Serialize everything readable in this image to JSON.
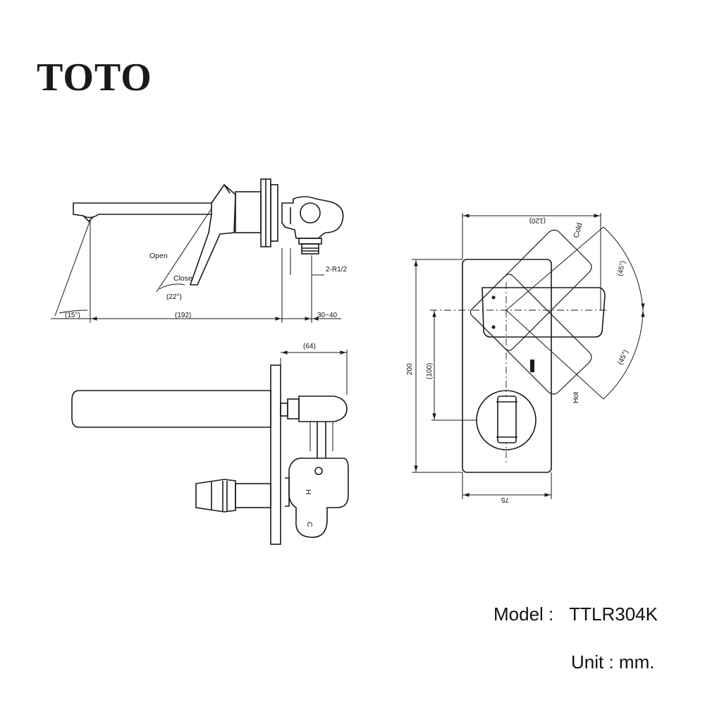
{
  "brand": {
    "logo_text": "TOTO"
  },
  "footer": {
    "model_label": "Model :",
    "model_value": "TTLR304K",
    "unit_text": "Unit : mm."
  },
  "side_view": {
    "angle_spout": "(15°)",
    "length_spout": "(192)",
    "label_open": "Open",
    "label_close": "Close",
    "angle_handle": "(22°)",
    "thread": "2-R1/2",
    "wall_range": "30~40"
  },
  "top_view": {
    "depth": "(64)",
    "marks": {
      "hot": "H",
      "cold": "C"
    }
  },
  "front_view": {
    "width_top": "(120)",
    "height_total": "200",
    "height_center": "(100)",
    "width_bottom": "75",
    "angle_cold": "(45°)",
    "angle_hot": "(45°)",
    "label_cold": "Cold",
    "label_hot": "Hot"
  }
}
